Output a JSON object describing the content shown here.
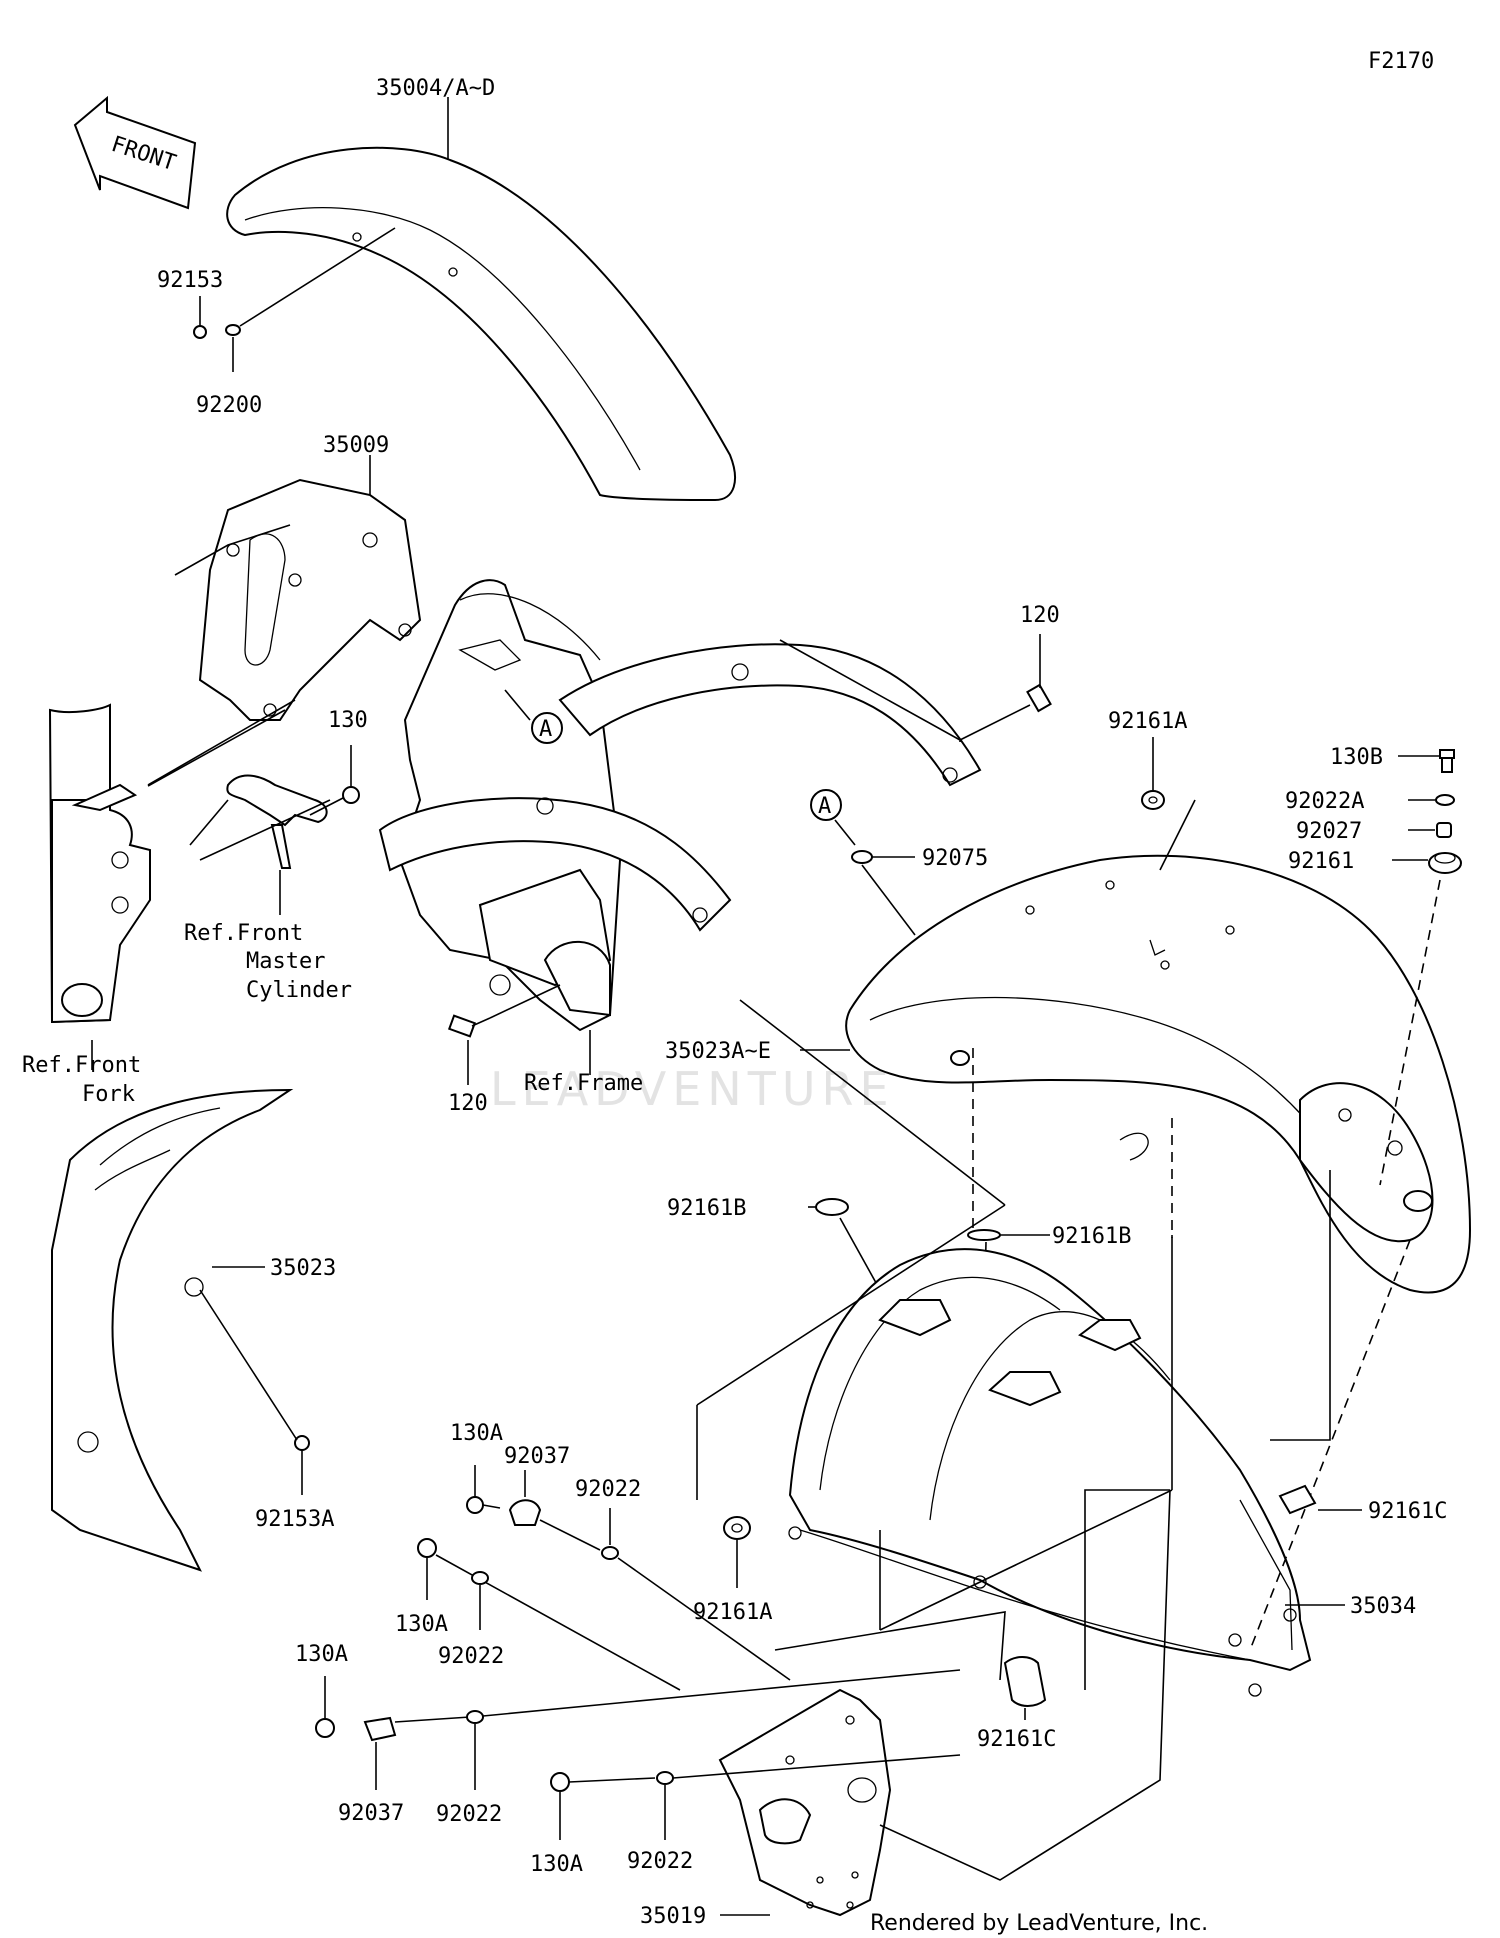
{
  "figure_code": "F2170",
  "front_arrow_text": "FRONT",
  "callout_letter": "A",
  "watermark": "LEADVENTURE",
  "footer": "Rendered by LeadVenture, Inc.",
  "labels": {
    "p35004": "35004/A~D",
    "p92153": "92153",
    "p92200": "92200",
    "p35009": "35009",
    "p130": "130",
    "ref_master_1": "Ref.Front",
    "ref_master_2": "Master",
    "ref_master_3": "Cylinder",
    "ref_fork_1": "Ref.Front",
    "ref_fork_2": "Fork",
    "p120_top": "120",
    "p120_bottom": "120",
    "ref_frame": "Ref.Frame",
    "p92161A_top": "92161A",
    "p130B": "130B",
    "p92022A": "92022A",
    "p92027": "92027",
    "p92161": "92161",
    "p92075": "92075",
    "p35023AE": "35023A~E",
    "p35023": "35023",
    "p92153A": "92153A",
    "p92161B_left": "92161B",
    "p92161B_right": "92161B",
    "p92161C_right": "92161C",
    "p35034": "35034",
    "p130A_1": "130A",
    "p92037_1": "92037",
    "p92022_1": "92022",
    "p130A_2": "130A",
    "p92022_2": "92022",
    "p92161A_bottom": "92161A",
    "p130A_3": "130A",
    "p92037_2": "92037",
    "p92022_3": "92022",
    "p130A_4": "130A",
    "p92022_4": "92022",
    "p92161C_bottom": "92161C",
    "p35019": "35019"
  }
}
